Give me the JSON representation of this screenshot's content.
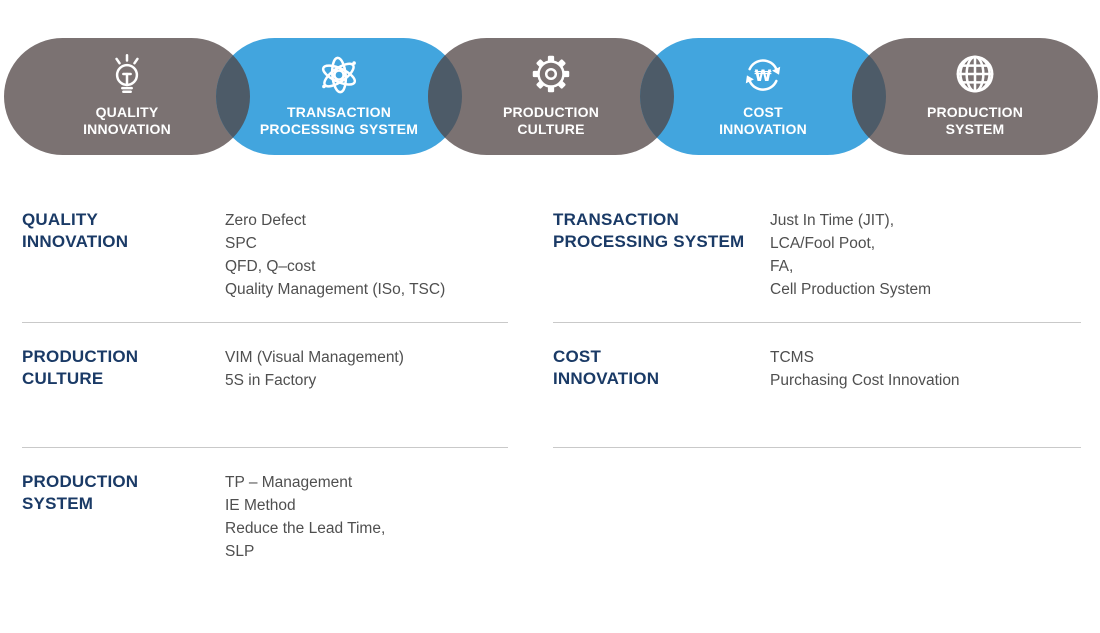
{
  "colors": {
    "pill_gray": "#7b7272",
    "pill_blue": "#42a5de",
    "pill_overlap": "#4d5b68",
    "pill_text": "#ffffff",
    "heading_navy": "#1a3a66",
    "item_text": "#4f4f4f",
    "divider": "#c9c9c9",
    "background": "#ffffff"
  },
  "pills": [
    {
      "line1": "QUALITY",
      "line2": "INNOVATION",
      "icon": "lightbulb-icon",
      "color": "gray"
    },
    {
      "line1": "TRANSACTION",
      "line2": "PROCESSING SYSTEM",
      "icon": "atom-icon",
      "color": "blue"
    },
    {
      "line1": "PRODUCTION",
      "line2": "CULTURE",
      "icon": "gear-icon",
      "color": "gray"
    },
    {
      "line1": "COST",
      "line2": "INNOVATION",
      "icon": "currency-cycle-icon",
      "color": "blue"
    },
    {
      "line1": "PRODUCTION",
      "line2": "SYSTEM",
      "icon": "globe-icon",
      "color": "gray"
    }
  ],
  "icons": {
    "won_symbol": "₩"
  },
  "sections": {
    "left": [
      {
        "title_line1": "QUALITY",
        "title_line2": "INNOVATION",
        "items": [
          "Zero Defect",
          "SPC",
          "QFD, Q–cost",
          "Quality Management (ISo, TSC)"
        ]
      },
      {
        "title_line1": "PRODUCTION",
        "title_line2": "CULTURE",
        "items": [
          "VIM (Visual Management)",
          "5S in Factory"
        ]
      },
      {
        "title_line1": "PRODUCTION",
        "title_line2": "SYSTEM",
        "items": [
          "TP – Management",
          "IE Method",
          "Reduce the Lead Time,",
          "SLP"
        ]
      }
    ],
    "right": [
      {
        "title_line1": "TRANSACTION",
        "title_line2": "PROCESSING SYSTEM",
        "items": [
          "Just In Time (JIT),",
          "LCA/Fool Poot,",
          "FA,",
          "Cell Production System"
        ]
      },
      {
        "title_line1": "COST",
        "title_line2": "INNOVATION",
        "items": [
          "TCMS",
          "Purchasing Cost Innovation"
        ]
      }
    ]
  }
}
